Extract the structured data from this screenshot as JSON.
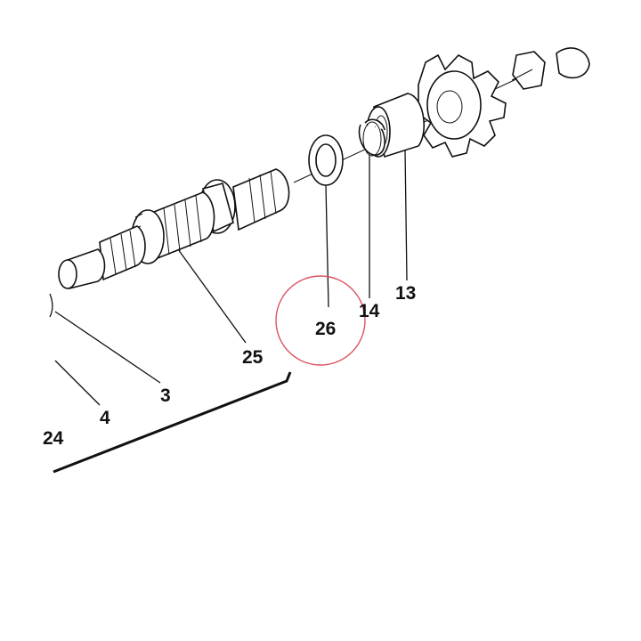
{
  "diagram": {
    "callouts": [
      {
        "id": "26",
        "label": "26"
      },
      {
        "id": "14",
        "label": "14"
      },
      {
        "id": "13",
        "label": "13"
      },
      {
        "id": "25",
        "label": "25"
      },
      {
        "id": "3",
        "label": "3"
      },
      {
        "id": "4",
        "label": "4"
      },
      {
        "id": "24",
        "label": "24"
      }
    ],
    "highlight": {
      "target": "26",
      "color": "#d9535f"
    },
    "colors": {
      "ink": "#111111",
      "background": "#ffffff"
    }
  }
}
